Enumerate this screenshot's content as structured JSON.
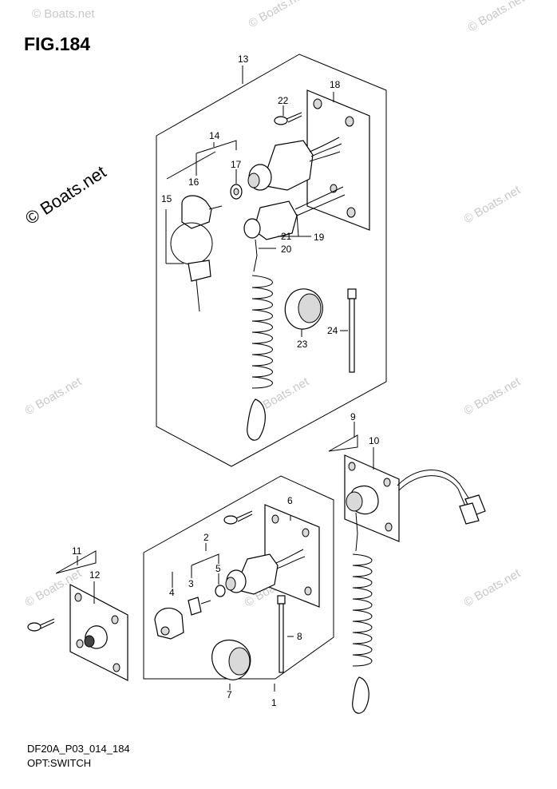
{
  "figure": {
    "title": "FIG.184",
    "code": "DF20A_P03_014_184",
    "caption": "OPT:SWITCH"
  },
  "watermark": {
    "text": "© Boats.net"
  },
  "callouts": {
    "n1": "1",
    "n2": "2",
    "n3": "3",
    "n4": "4",
    "n5": "5",
    "n6": "6",
    "n7": "7",
    "n8": "8",
    "n9": "9",
    "n10": "10",
    "n11": "11",
    "n12": "12",
    "n13": "13",
    "n14": "14",
    "n15": "15",
    "n16": "16",
    "n17": "17",
    "n18": "18",
    "n19": "19",
    "n20": "20",
    "n21": "21",
    "n22": "22",
    "n23": "23",
    "n24": "24"
  }
}
